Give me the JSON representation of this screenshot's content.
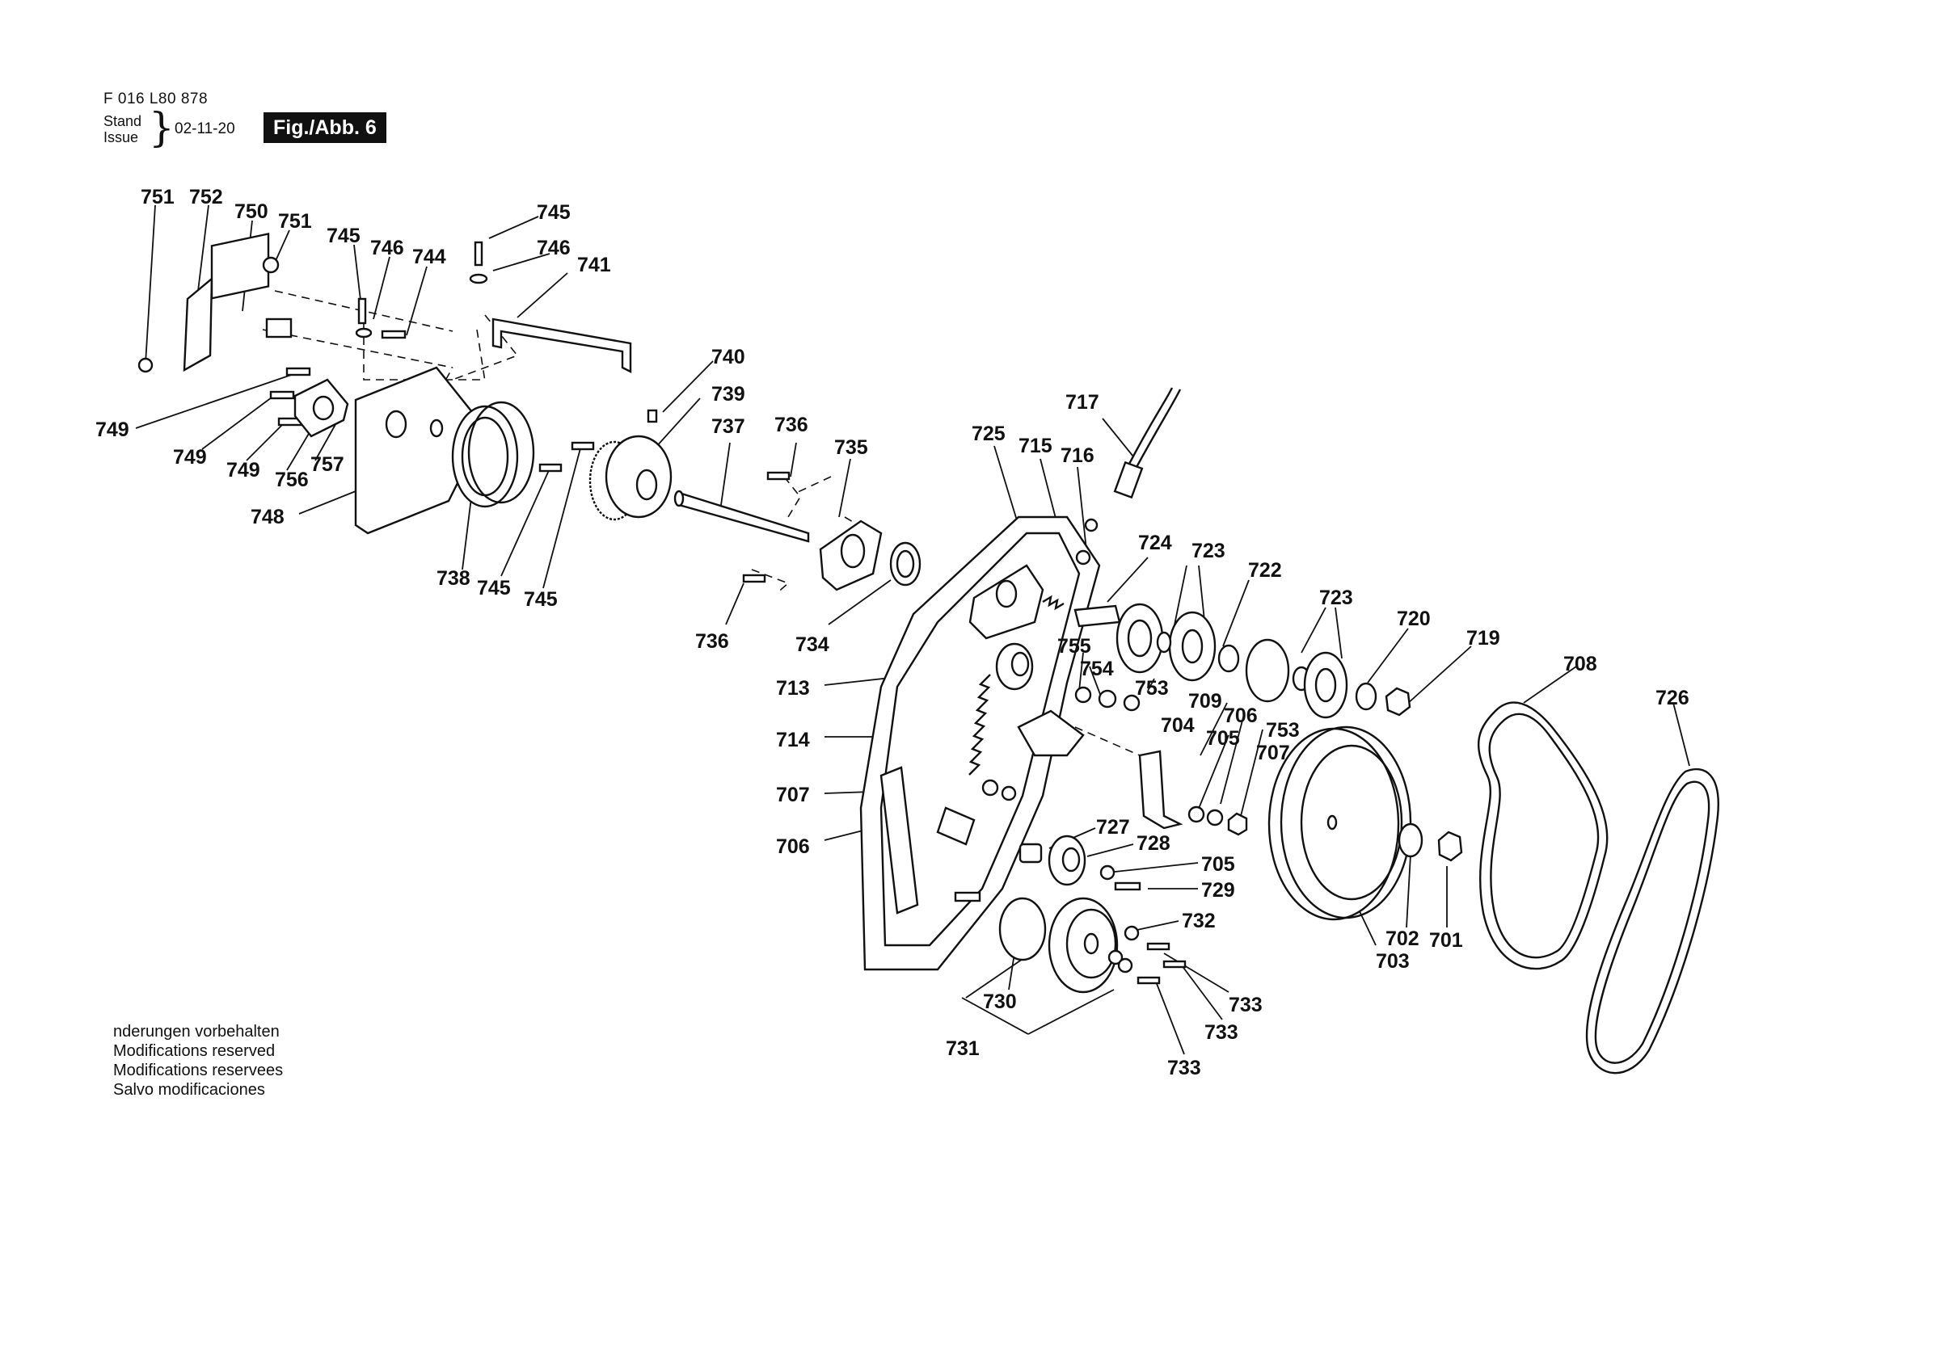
{
  "header": {
    "doc_code": "F 016 L80 878",
    "stand_label": "Stand",
    "issue_label": "Issue",
    "brace": "}",
    "date": "02-11-20",
    "figure_label": "Fig./Abb. 6"
  },
  "notes": [
    "nderungen vorbehalten",
    "Modifications reserved",
    "Modifications reservees",
    "Salvo modificaciones"
  ],
  "callouts": [
    {
      "id": "c751a",
      "label": "751"
    },
    {
      "id": "c752",
      "label": "752"
    },
    {
      "id": "c750",
      "label": "750"
    },
    {
      "id": "c751b",
      "label": "751"
    },
    {
      "id": "c745a",
      "label": "745"
    },
    {
      "id": "c746a",
      "label": "746"
    },
    {
      "id": "c744",
      "label": "744"
    },
    {
      "id": "c745b",
      "label": "745"
    },
    {
      "id": "c746b",
      "label": "746"
    },
    {
      "id": "c741",
      "label": "741"
    },
    {
      "id": "c740",
      "label": "740"
    },
    {
      "id": "c739",
      "label": "739"
    },
    {
      "id": "c737",
      "label": "737"
    },
    {
      "id": "c736a",
      "label": "736"
    },
    {
      "id": "c735",
      "label": "735"
    },
    {
      "id": "c717",
      "label": "717"
    },
    {
      "id": "c725",
      "label": "725"
    },
    {
      "id": "c715",
      "label": "715"
    },
    {
      "id": "c716",
      "label": "716"
    },
    {
      "id": "c749a",
      "label": "749"
    },
    {
      "id": "c749b",
      "label": "749"
    },
    {
      "id": "c749c",
      "label": "749"
    },
    {
      "id": "c756",
      "label": "756"
    },
    {
      "id": "c757",
      "label": "757"
    },
    {
      "id": "c748",
      "label": "748"
    },
    {
      "id": "c738",
      "label": "738"
    },
    {
      "id": "c745c",
      "label": "745"
    },
    {
      "id": "c745d",
      "label": "745"
    },
    {
      "id": "c736b",
      "label": "736"
    },
    {
      "id": "c734",
      "label": "734"
    },
    {
      "id": "c724",
      "label": "724"
    },
    {
      "id": "c723a",
      "label": "723"
    },
    {
      "id": "c722",
      "label": "722"
    },
    {
      "id": "c723b",
      "label": "723"
    },
    {
      "id": "c720",
      "label": "720"
    },
    {
      "id": "c719",
      "label": "719"
    },
    {
      "id": "c708",
      "label": "708"
    },
    {
      "id": "c726",
      "label": "726"
    },
    {
      "id": "c755",
      "label": "755"
    },
    {
      "id": "c754",
      "label": "754"
    },
    {
      "id": "c753a",
      "label": "753"
    },
    {
      "id": "c709",
      "label": "709"
    },
    {
      "id": "c713",
      "label": "713"
    },
    {
      "id": "c706a",
      "label": "706"
    },
    {
      "id": "c753b",
      "label": "753"
    },
    {
      "id": "c704",
      "label": "704"
    },
    {
      "id": "c705a",
      "label": "705"
    },
    {
      "id": "c707a",
      "label": "707"
    },
    {
      "id": "c714",
      "label": "714"
    },
    {
      "id": "c707b",
      "label": "707"
    },
    {
      "id": "c706b",
      "label": "706"
    },
    {
      "id": "c727",
      "label": "727"
    },
    {
      "id": "c728",
      "label": "728"
    },
    {
      "id": "c705b",
      "label": "705"
    },
    {
      "id": "c729",
      "label": "729"
    },
    {
      "id": "c732",
      "label": "732"
    },
    {
      "id": "c703",
      "label": "703"
    },
    {
      "id": "c702",
      "label": "702"
    },
    {
      "id": "c701",
      "label": "701"
    },
    {
      "id": "c730",
      "label": "730"
    },
    {
      "id": "c733a",
      "label": "733"
    },
    {
      "id": "c733b",
      "label": "733"
    },
    {
      "id": "c733c",
      "label": "733"
    },
    {
      "id": "c731",
      "label": "731"
    }
  ]
}
